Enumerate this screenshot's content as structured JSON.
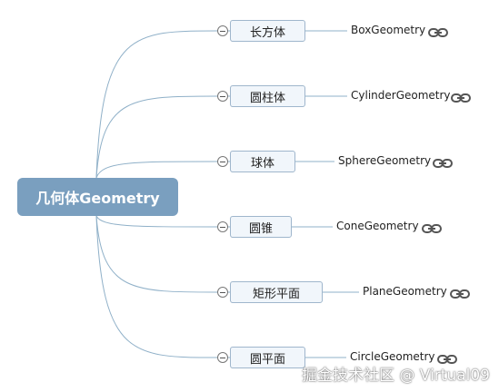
{
  "root": {
    "label": "几何体Geometry"
  },
  "children": [
    {
      "label": "长方体",
      "geometry": "BoxGeometry"
    },
    {
      "label": "圆柱体",
      "geometry": "CylinderGeometry"
    },
    {
      "label": "球体",
      "geometry": "SphereGeometry"
    },
    {
      "label": "圆锥",
      "geometry": "ConeGeometry"
    },
    {
      "label": "矩形平面",
      "geometry": "PlaneGeometry"
    },
    {
      "label": "圆平面",
      "geometry": "CircleGeometry"
    }
  ],
  "watermark": "掘金技术社区 @ Virtual09",
  "colors": {
    "root_fill": "#7a9fbf",
    "child_fill": "#f1f6fb",
    "child_border": "#9fb6cc",
    "branch_line": "#8fb0c8"
  },
  "icons": {
    "collapse": "collapse-minus-icon",
    "link": "link-icon"
  }
}
